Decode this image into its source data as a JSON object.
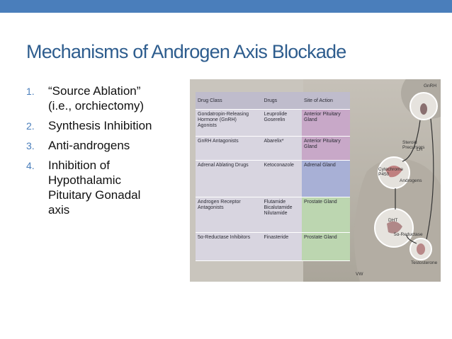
{
  "slide": {
    "title": "Mechanisms of Androgen Axis Blockade",
    "items": [
      {
        "num": "1.",
        "lines": [
          "“Source Ablation”",
          "(i.e., orchiectomy)"
        ]
      },
      {
        "num": "2.",
        "lines": [
          "Synthesis Inhibition"
        ]
      },
      {
        "num": "3.",
        "lines": [
          "Anti-androgens"
        ]
      },
      {
        "num": "4.",
        "lines": [
          "Inhibition of",
          "Hypothalamic",
          "Pituitary Gonadal",
          "axis"
        ]
      }
    ]
  },
  "figure": {
    "table": {
      "headers": [
        "Drug Class",
        "Drugs",
        "Site of Action"
      ],
      "rows": [
        {
          "drug_class": [
            "Gondatropin-Releasing",
            "Hormone (GnRH)",
            "Agonists"
          ],
          "drugs": [
            "Leuprolide",
            "Goserelin"
          ],
          "site": [
            "Anterior Pituitary",
            "Gland"
          ],
          "site_color": "#c8a8c8"
        },
        {
          "drug_class": [
            "GnRH Antagonists"
          ],
          "drugs": [
            "Abarelix*"
          ],
          "site": [
            "Anterior Pituitary",
            "Gland"
          ],
          "site_color": "#c8a8c8"
        },
        {
          "drug_class": [
            "Adrenal Ablating Drugs"
          ],
          "drugs": [
            "Ketoconazole"
          ],
          "site": [
            "Adrenal Gland"
          ],
          "site_color": "#a8b0d6"
        },
        {
          "drug_class": [
            "Androgen Receptor",
            "Antagonists"
          ],
          "drugs": [
            "Flutamide",
            "Bicalutamide",
            "Nilutamide"
          ],
          "site": [
            "Prostate Gland"
          ],
          "site_color": "#bcd6b0"
        },
        {
          "drug_class": [
            "5α-Reductase Inhibitors"
          ],
          "drugs": [
            "Finasteride"
          ],
          "site": [
            "Prostate Gland"
          ],
          "site_color": "#bcd6b0"
        }
      ]
    },
    "labels": {
      "gnrh": "GnRH",
      "lh": "LH",
      "steroid": [
        "Steroid",
        "Precursors"
      ],
      "cytochrome": [
        "Cytochrome",
        "P450"
      ],
      "androgens": "Androgens",
      "dht": "DHT",
      "reductase": "5α-Reductase",
      "testosterone": "Testosterone",
      "credit": "VW"
    }
  }
}
